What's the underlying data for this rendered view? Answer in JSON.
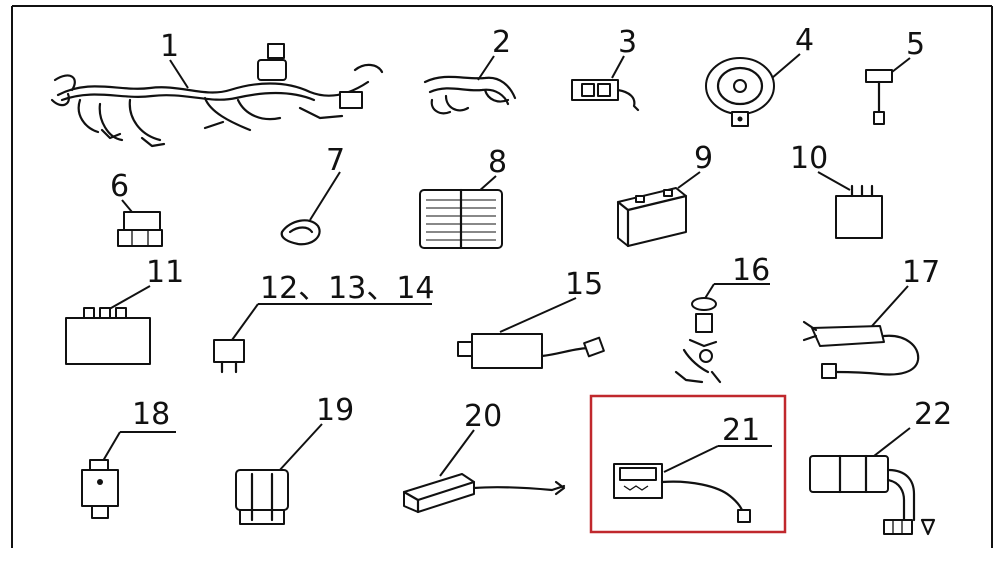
{
  "diagram": {
    "highlight_color": "#c0282d",
    "highlighted_part": "21",
    "parts": [
      {
        "label": "1",
        "icon": "wiring-harness-icon"
      },
      {
        "label": "2",
        "icon": "sub-harness-icon"
      },
      {
        "label": "3",
        "icon": "switch-icon"
      },
      {
        "label": "4",
        "icon": "horn-icon"
      },
      {
        "label": "5",
        "icon": "sensor-switch-icon"
      },
      {
        "label": "6",
        "icon": "connector-icon"
      },
      {
        "label": "7",
        "icon": "cable-clip-icon"
      },
      {
        "label": "8",
        "icon": "regulator-rectifier-icon"
      },
      {
        "label": "9",
        "icon": "battery-icon"
      },
      {
        "label": "10",
        "icon": "relay-icon"
      },
      {
        "label": "11",
        "icon": "control-unit-icon"
      },
      {
        "label": "12、13、14",
        "icon": "fuse-icon"
      },
      {
        "label": "15",
        "icon": "ignition-coil-icon"
      },
      {
        "label": "16",
        "icon": "ignition-switch-icon"
      },
      {
        "label": "17",
        "icon": "spark-plug-cap-icon"
      },
      {
        "label": "18",
        "icon": "relay-plug-icon"
      },
      {
        "label": "19",
        "icon": "holder-icon"
      },
      {
        "label": "20",
        "icon": "switch-assembly-icon"
      },
      {
        "label": "21",
        "icon": "flasher-relay-icon"
      },
      {
        "label": "22",
        "icon": "starter-relay-icon"
      }
    ]
  }
}
